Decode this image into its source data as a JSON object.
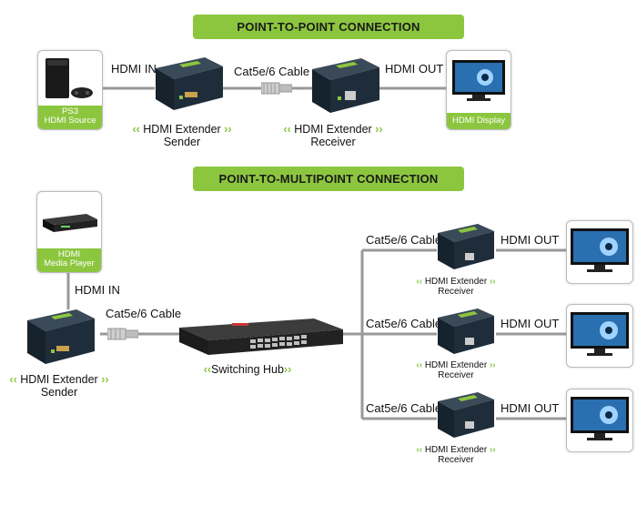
{
  "p2p": {
    "banner": "POINT-TO-POINT CONNECTION",
    "source_label_1": "PS3",
    "source_label_2": "HDMI Source",
    "hdmi_in": "HDMI IN",
    "cable": "Cat5e/6 Cable",
    "hdmi_out": "HDMI OUT",
    "sender_1": "HDMI Extender",
    "sender_2": "Sender",
    "receiver_1": "HDMI Extender",
    "receiver_2": "Receiver",
    "display_label": "HDMI Display"
  },
  "p2mp": {
    "banner": "POINT-TO-MULTIPOINT CONNECTION",
    "player_label_1": "HDMI",
    "player_label_2": "Media Player",
    "hdmi_in": "HDMI IN",
    "cable": "Cat5e/6 Cable",
    "sender_1": "HDMI Extender",
    "sender_2": "Sender",
    "hub": "Switching Hub",
    "branches": [
      {
        "cable": "Cat5e/6 Cable",
        "hdmi_out": "HDMI OUT",
        "receiver_1": "HDMI Extender",
        "receiver_2": "Receiver"
      },
      {
        "cable": "Cat5e/6 Cable",
        "hdmi_out": "HDMI OUT",
        "receiver_1": "HDMI Extender",
        "receiver_2": "Receiver"
      },
      {
        "cable": "Cat5e/6 Cable",
        "hdmi_out": "HDMI OUT",
        "receiver_1": "HDMI Extender",
        "receiver_2": "Receiver"
      }
    ]
  },
  "colors": {
    "accent": "#8cc63f",
    "device": "#1f2d3a",
    "line": "#999999"
  },
  "icons": [
    "ps3-console-icon",
    "hdmi-display-icon",
    "media-player-icon",
    "switching-hub-icon",
    "rj45-plug-icon",
    "extender-sender-icon",
    "extender-receiver-icon"
  ]
}
